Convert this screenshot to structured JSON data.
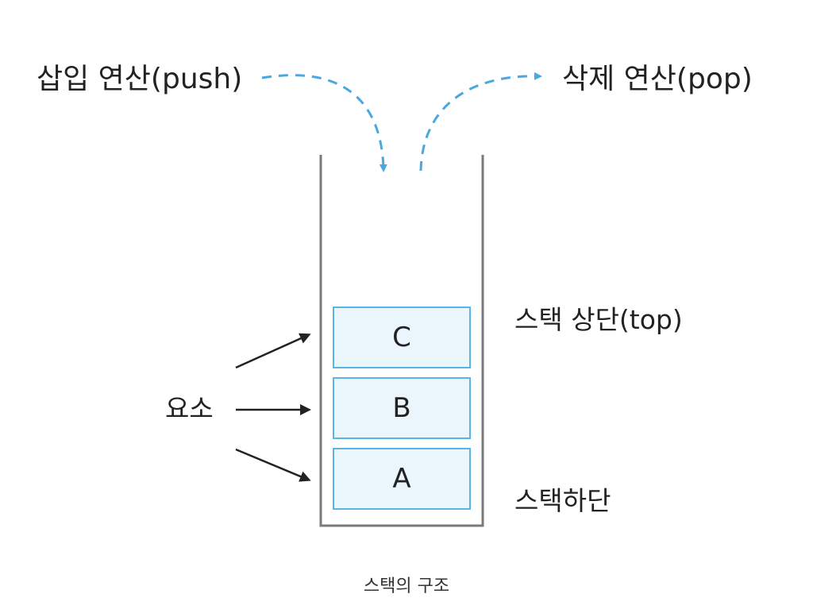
{
  "labels": {
    "push": "삽입 연산(push)",
    "pop": "삭제 연산(pop)",
    "top": "스택 상단(top)",
    "bottom": "스택하단",
    "element": "요소",
    "caption": "스택의 구조"
  },
  "stack": {
    "items": [
      "C",
      "B",
      "A"
    ]
  },
  "colors": {
    "flow_arrow": "#4aa8e0",
    "box_fill": "#eaf5fc",
    "box_border": "#5ab4e6",
    "container": "#7a7a7a",
    "pointer_arrow": "#222222"
  }
}
